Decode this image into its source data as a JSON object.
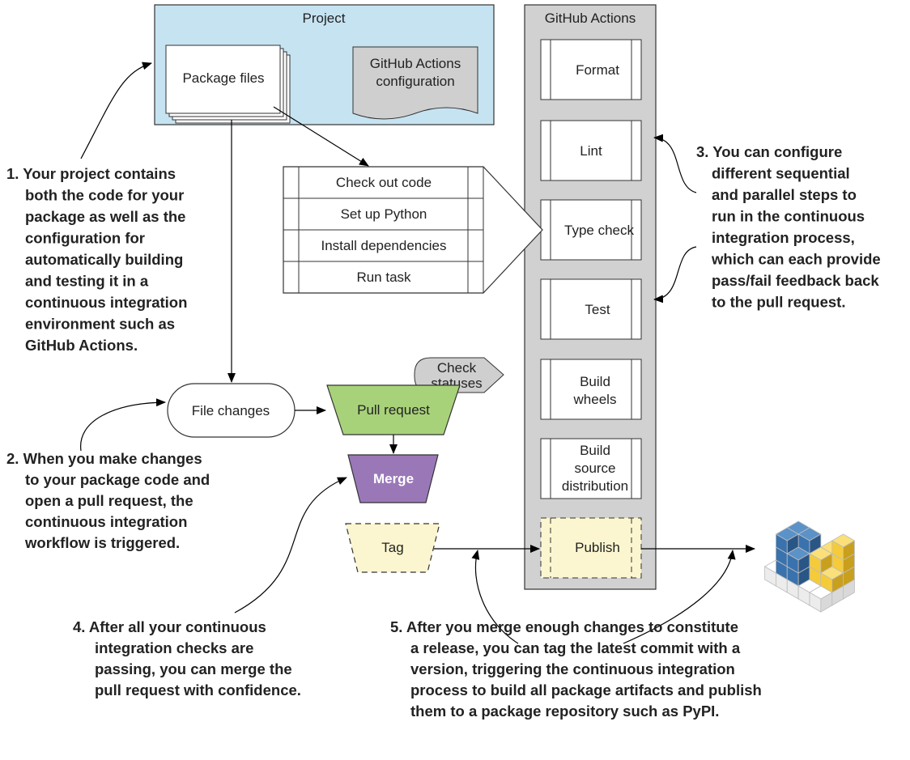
{
  "project": {
    "title": "Project",
    "package_files": "Package files",
    "actions_config": [
      "GitHub Actions",
      "configuration"
    ]
  },
  "github_actions": {
    "title": "GitHub Actions",
    "steps": [
      [
        "Format"
      ],
      [
        "Lint"
      ],
      [
        "Type check"
      ],
      [
        "Test"
      ],
      [
        "Build",
        "wheels"
      ],
      [
        "Build",
        "source",
        "distribution"
      ]
    ],
    "publish": "Publish"
  },
  "job_steps": [
    "Check out code",
    "Set up Python",
    "Install dependencies",
    "Run task"
  ],
  "workflow": {
    "file_changes": "File changes",
    "pull_request": "Pull request",
    "check_statuses": [
      "Check",
      "statuses"
    ],
    "merge": "Merge",
    "tag": "Tag"
  },
  "notes": {
    "note1": [
      "1. Your project contains",
      "both the code for your",
      "package as well as the",
      "configuration for",
      "automatically building",
      "and testing it in a",
      "continuous integration",
      "environment such as",
      "GitHub Actions."
    ],
    "note2": [
      "2. When you make changes",
      "to your package code and",
      "open a pull request, the",
      "continuous integration",
      "workflow is triggered."
    ],
    "note3": [
      "3. You can configure",
      "different sequential",
      "and parallel steps to",
      "run in the continuous",
      "integration process,",
      "which can each provide",
      "pass/fail feedback back",
      "to the pull request."
    ],
    "note4": [
      "4. After all your continuous",
      "integration checks are",
      "passing, you can merge the",
      "pull request with confidence."
    ],
    "note5": [
      "5. After you merge enough changes to constitute",
      "a release, you can tag the latest commit with a",
      "version, triggering the continuous integration",
      "process to build all package artifacts and publish",
      "them to a package repository such as PyPI."
    ]
  },
  "colors": {
    "project_fill": "#c6e3f2",
    "actions_fill": "#d1d1d1",
    "pull_request_fill": "#a8d27a",
    "merge_fill": "#9a78b8",
    "tag_fill": "#fbf6cf",
    "python_blue": "#3a72ad",
    "python_yellow": "#f5cb3a"
  },
  "icons": {
    "pypi": "pypi-logo-icon"
  }
}
